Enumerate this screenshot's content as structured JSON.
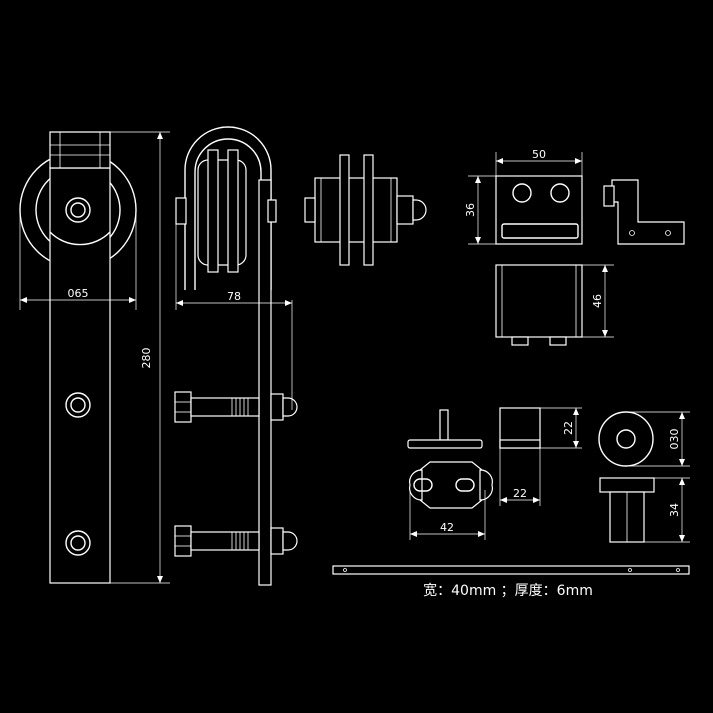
{
  "dimensions": {
    "wheel_width": "065",
    "hanger_height": "280",
    "bracket_offset": "78",
    "stop_width": "50",
    "stop_height": "36",
    "stop_depth": "46",
    "guide_width": "42",
    "spacer_height": "22",
    "spacer_width": "22",
    "roller_diameter": "030",
    "roller_height": "34"
  },
  "caption": "宽：40mm ；厚度：6mm"
}
